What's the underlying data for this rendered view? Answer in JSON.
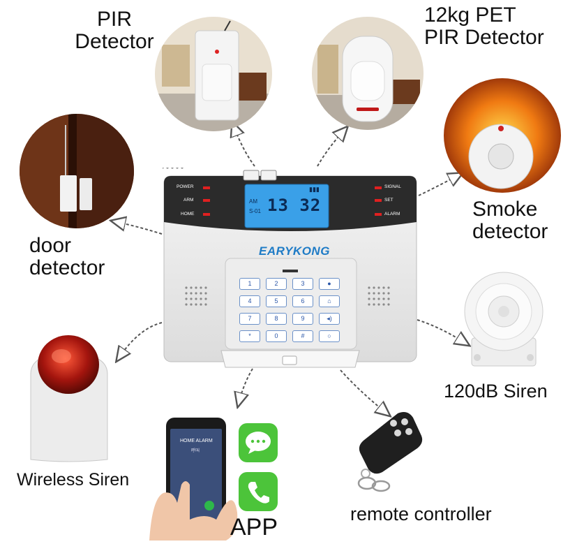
{
  "labels": {
    "pir": [
      "PIR",
      "Detector"
    ],
    "pet_pir": [
      "12kg PET",
      "PIR Detector"
    ],
    "smoke": [
      "Smoke",
      "detector"
    ],
    "door": [
      "door",
      "detector"
    ],
    "siren_120": "120dB Siren",
    "wireless_siren": "Wireless Siren",
    "remote": "remote controller",
    "app": "APP"
  },
  "panel": {
    "brand": "EARYKONG",
    "lcd_time": "13 32",
    "lcd_small_top": "AM",
    "lcd_small_bottom": "S-01",
    "left_indicators": [
      "POWER",
      "ARM",
      "HOME"
    ],
    "right_indicators": [
      "SIGNAL",
      "SET",
      "ALARM"
    ],
    "keys": [
      "1",
      "2",
      "3",
      "",
      "4",
      "5",
      "6",
      "",
      "7",
      "8",
      "9",
      "",
      "*",
      "0",
      "#",
      ""
    ]
  },
  "phone": {
    "screen_title": "HOME ALARM",
    "screen_sub": "呼叫"
  },
  "colors": {
    "lcd": "#3aa0e8",
    "panel_top": "#2b2b2b",
    "indicator_red": "#e02020",
    "app_green": "#4cc43a",
    "siren_red": "#a4150e"
  }
}
